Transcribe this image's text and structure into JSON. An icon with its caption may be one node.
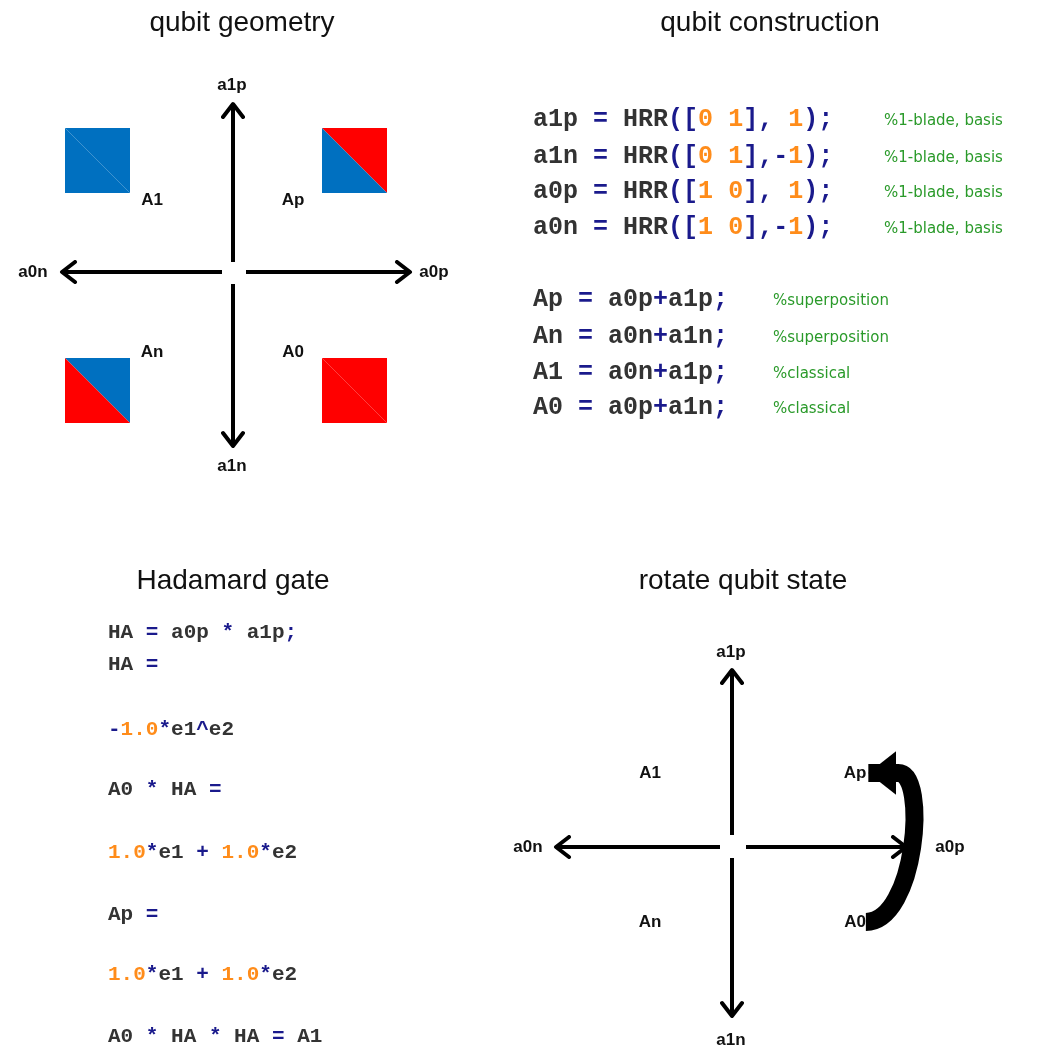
{
  "diagram": {
    "nodes": [
      {
        "text": [],
        "shape": "box",
        "beside": [
          "A1"
        ]
      },
      {
        "text": [],
        "shape": "box",
        "beside": [
          "Ap"
        ]
      },
      {
        "text": [],
        "shape": "box",
        "beside": [
          "An"
        ]
      },
      {
        "text": [],
        "shape": "box",
        "beside": [
          "A0"
        ]
      },
      {
        "text": [
          "Ap"
        ]
      },
      {
        "text": [
          "A0"
        ]
      }
    ],
    "edges": [
      {
        "from": 5,
        "to": 4,
        "arrow": "to"
      }
    ],
    "labels": [
      "qubit geometry",
      "qubit construction",
      "a1p",
      "a0n",
      "a0p",
      "a1n",
      "a1p = HRR([0 1], 1);",
      "%1-blade, basis",
      "a1n = HRR([0 1],-1);",
      "%1-blade, basis",
      "a0p = HRR([1 0], 1);",
      "%1-blade, basis",
      "a0n = HRR([1 0],-1);",
      "%1-blade, basis",
      "Ap = a0p+a1p;",
      "%superposition",
      "An = a0n+a1n;",
      "%superposition",
      "A1 = a0n+a1p;",
      "%classical",
      "A0 = a0p+a1n;",
      "%classical",
      "Hadamard gate",
      "rotate qubit state",
      "HA = a0p * a1p;",
      "HA =",
      "-1.0*e1^e2",
      "A0 * HA =",
      "1.0*e1 + 1.0*e2",
      "Ap =",
      "1.0*e1 + 1.0*e2",
      "A0 * HA * HA = A1",
      "a1p",
      "a0n",
      "a0p",
      "A1",
      "An",
      "a1n"
    ]
  }
}
